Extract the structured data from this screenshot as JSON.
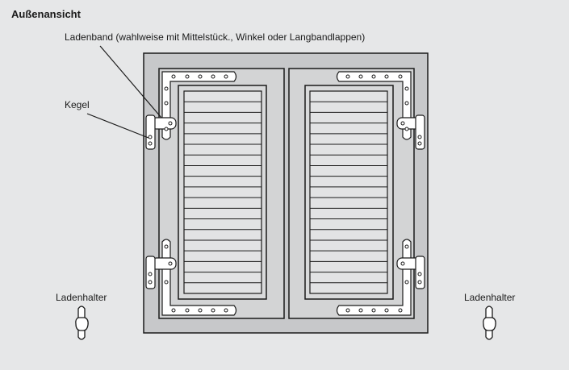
{
  "title": "Außenansicht",
  "labels": {
    "ladenband": "Ladenband (wahlweise mit Mittelstück., Winkel oder Langbandlappen)",
    "kegel": "Kegel",
    "ladenhalter_left": "Ladenhalter",
    "ladenhalter_right": "Ladenhalter"
  },
  "colors": {
    "background": "#e6e7e8",
    "frame_fill": "#c7c8ca",
    "shutter_fill": "#d9dadb",
    "line": "#1a1a1a",
    "hardware": "#ffffff"
  },
  "slat_count": 19
}
